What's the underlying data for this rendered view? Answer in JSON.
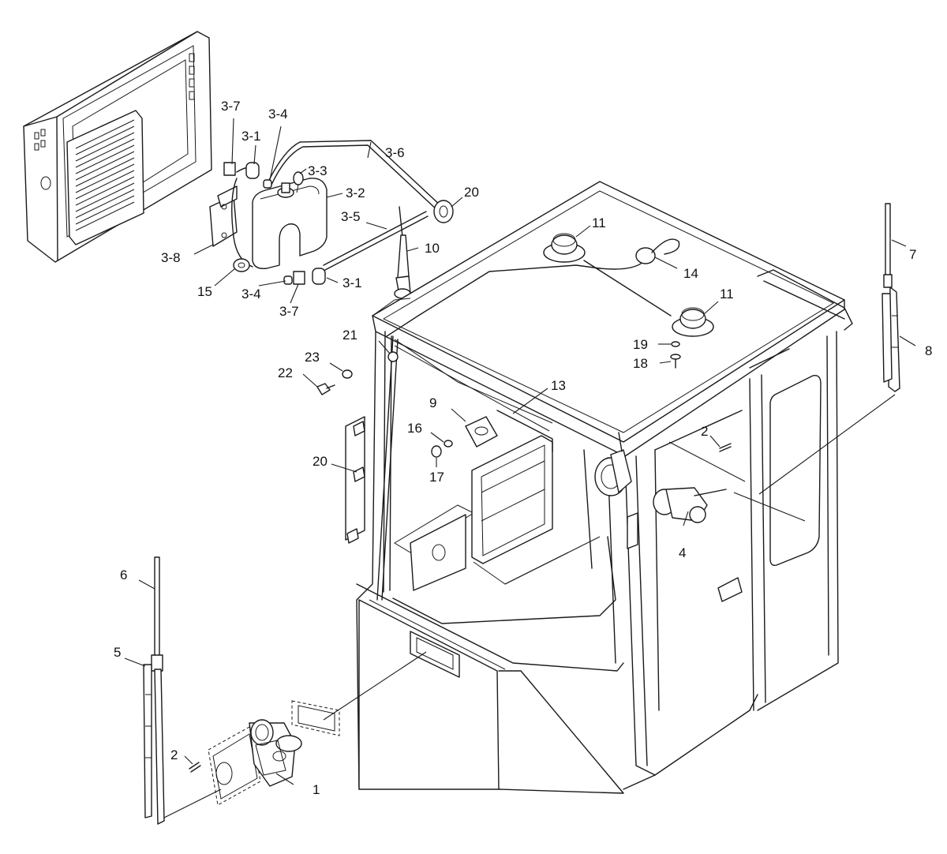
{
  "labels": {
    "l_3_7a": "3-7",
    "l_3_4a": "3-4",
    "l_3_1a": "3-1",
    "l_3_6": "3-6",
    "l_3_3": "3-3",
    "l_3_2": "3-2",
    "l_20a": "20",
    "l_3_5": "3-5",
    "l_10": "10",
    "l_3_8": "3-8",
    "l_15": "15",
    "l_3_4b": "3-4",
    "l_3_7b": "3-7",
    "l_3_1b": "3-1",
    "l_11a": "11",
    "l_14": "14",
    "l_11b": "11",
    "l_7": "7",
    "l_8": "8",
    "l_19": "19",
    "l_18": "18",
    "l_21": "21",
    "l_23": "23",
    "l_22": "22",
    "l_13": "13",
    "l_9": "9",
    "l_16": "16",
    "l_17": "17",
    "l_20b": "20",
    "l_2a": "2",
    "l_4": "4",
    "l_6": "6",
    "l_5": "5",
    "l_2b": "2",
    "l_1": "1"
  }
}
